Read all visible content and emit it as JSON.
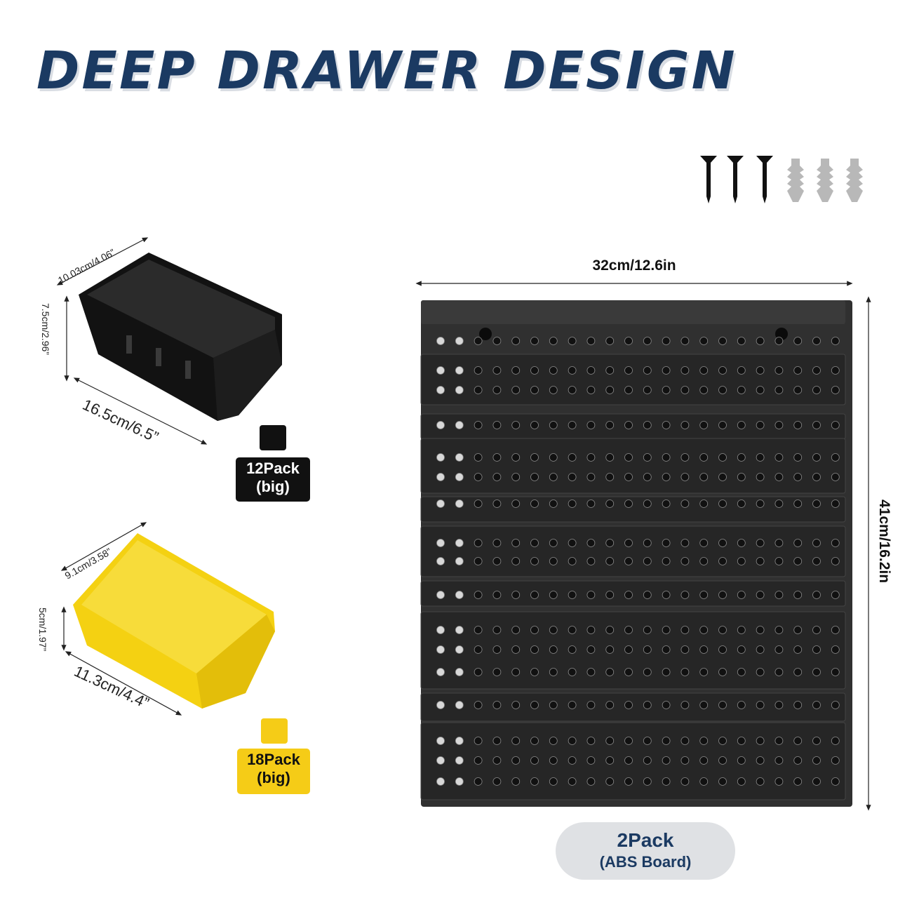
{
  "title": "DEEP DRAWER DESIGN",
  "colors": {
    "title": "#1b3a62",
    "black_bin": "#111111",
    "yellow_bin": "#f5cc17",
    "board": "#2a2a2a",
    "pill_bg": "#dfe1e4"
  },
  "hardware": {
    "screws_icon": "screw-icon",
    "anchors_icon": "wall-anchor-icon"
  },
  "big_bin": {
    "color": "black",
    "width_label": "10.03cm/4.06”",
    "height_label": "7.5cm/2.96”",
    "length_label": "16.5cm/6.5”",
    "pack_label": "12Pack",
    "size_label": "(big)"
  },
  "small_bin": {
    "color": "yellow",
    "width_label": "9.1cm/3.58”",
    "height_label": "5cm/1.97”",
    "length_label": "11.3cm/4.4”",
    "pack_label": "18Pack",
    "size_label": "(big)"
  },
  "board": {
    "width_label": "32cm/12.6in",
    "height_label": "41cm/16.2in",
    "pack_label": "2Pack",
    "material_label": "(ABS Board)"
  }
}
